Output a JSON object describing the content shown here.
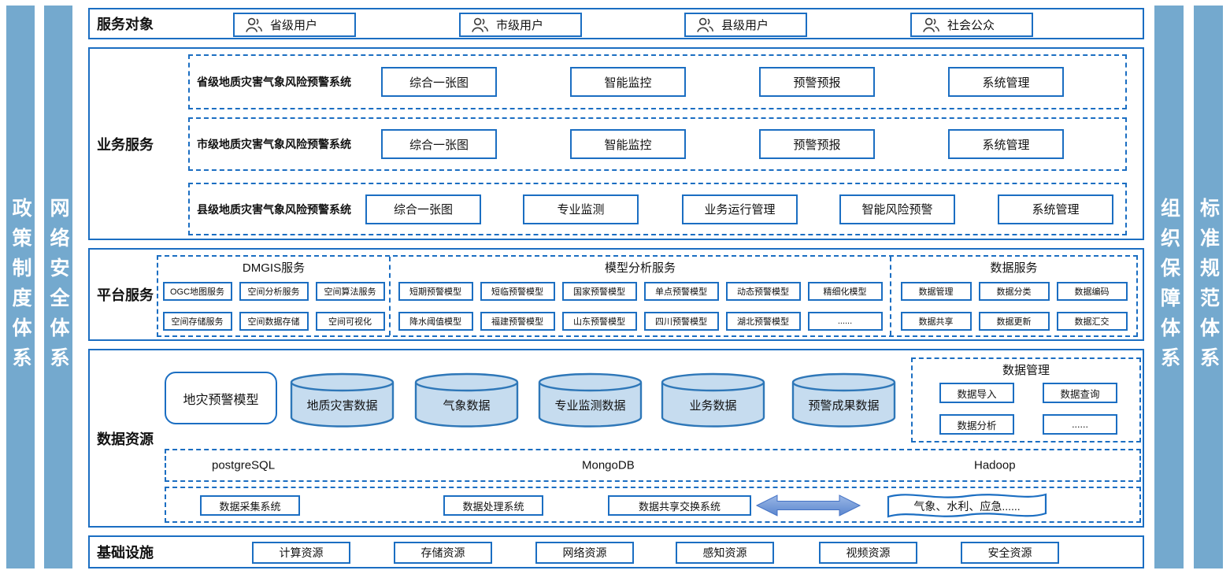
{
  "colors": {
    "border_blue": "#1B6EC2",
    "sidebar_blue": "#74A9CE",
    "cylinder_fill": "#C6DCEF",
    "cylinder_stroke": "#2E77B8",
    "arrow_fill": "#6C96D6",
    "text": "#111111"
  },
  "side_bars": {
    "left": [
      "政策制度体系",
      "网络安全体系"
    ],
    "right": [
      "组织保障体系",
      "标准规范体系"
    ]
  },
  "service_objects": {
    "label": "服务对象",
    "users": [
      "省级用户",
      "市级用户",
      "县级用户",
      "社会公众"
    ]
  },
  "business": {
    "label": "业务服务",
    "systems": [
      {
        "title": "省级地质灾害气象风险预警系统",
        "modules": [
          "综合一张图",
          "智能监控",
          "预警预报",
          "系统管理"
        ]
      },
      {
        "title": "市级地质灾害气象风险预警系统",
        "modules": [
          "综合一张图",
          "智能监控",
          "预警预报",
          "系统管理"
        ]
      },
      {
        "title": "县级地质灾害气象风险预警系统",
        "modules": [
          "综合一张图",
          "专业监测",
          "业务运行管理",
          "智能风险预警",
          "系统管理"
        ]
      }
    ]
  },
  "platform": {
    "label": "平台服务",
    "sections": [
      {
        "title": "DMGIS服务",
        "rows": [
          [
            "OGC地图服务",
            "空间分析服务",
            "空间算法服务"
          ],
          [
            "空间存储服务",
            "空间数据存储",
            "空间可视化"
          ]
        ]
      },
      {
        "title": "模型分析服务",
        "rows": [
          [
            "短期预警模型",
            "短临预警模型",
            "国家预警模型",
            "单点预警模型",
            "动态预警模型",
            "精细化模型"
          ],
          [
            "降水阈值模型",
            "福建预警模型",
            "山东预警模型",
            "四川预警模型",
            "湖北预警模型",
            "......"
          ]
        ]
      },
      {
        "title": "数据服务",
        "rows": [
          [
            "数据管理",
            "数据分类",
            "数据编码"
          ],
          [
            "数据共享",
            "数据更新",
            "数据汇交"
          ]
        ]
      }
    ]
  },
  "data_resources": {
    "label": "数据资源",
    "model_box": "地灾预警模型",
    "cylinders": [
      "地质灾害数据",
      "气象数据",
      "专业监测数据",
      "业务数据",
      "预警成果数据"
    ],
    "data_management": {
      "title": "数据管理",
      "items": [
        "数据导入",
        "数据查询",
        "数据分析",
        "......"
      ]
    },
    "databases": [
      "postgreSQL",
      "MongoDB",
      "Hadoop"
    ],
    "systems": [
      "数据采集系统",
      "数据处理系统",
      "数据共享交换系统"
    ],
    "external": "气象、水利、应急......"
  },
  "infrastructure": {
    "label": "基础设施",
    "items": [
      "计算资源",
      "存储资源",
      "网络资源",
      "感知资源",
      "视频资源",
      "安全资源"
    ]
  }
}
